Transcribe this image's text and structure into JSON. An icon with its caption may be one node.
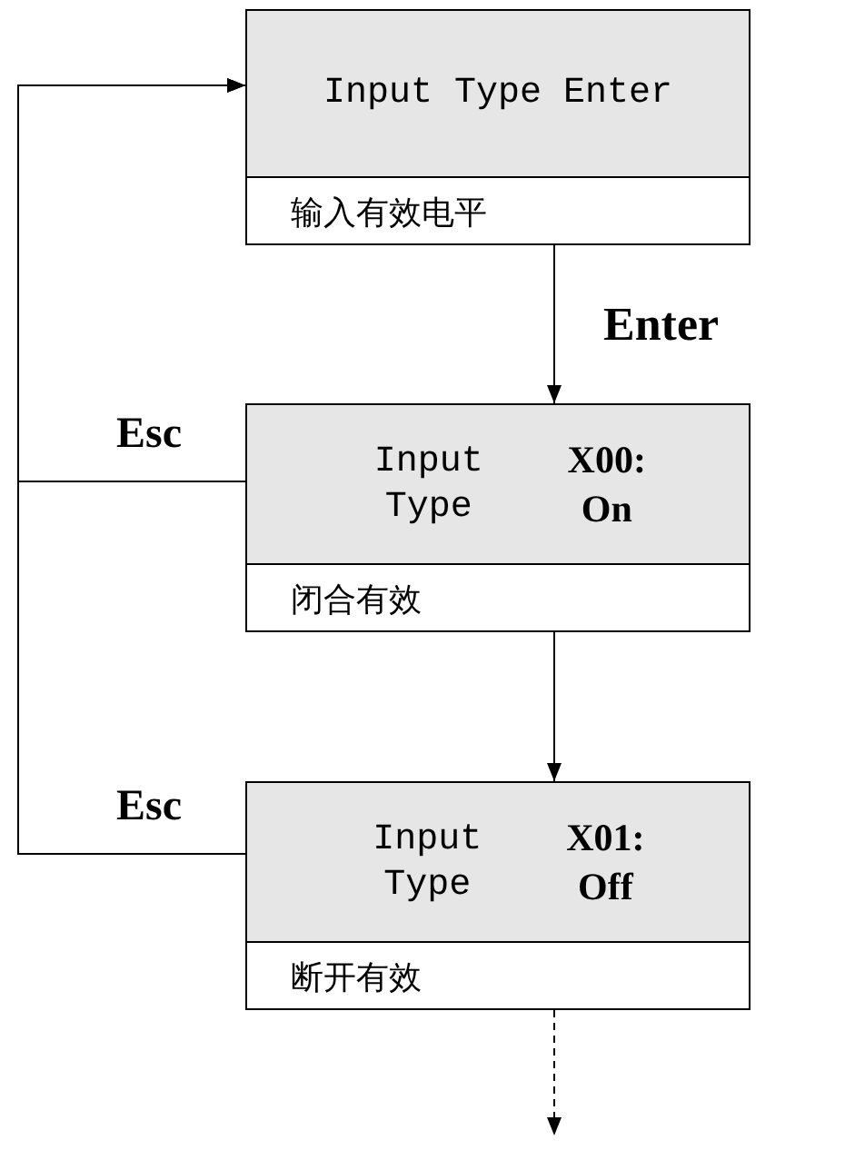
{
  "diagram": {
    "nodes": [
      {
        "text": [
          "Input Type Enter",
          "输入有效电平"
        ]
      },
      {
        "text": [
          "Input Type **X00: On**",
          "闭合有效"
        ]
      },
      {
        "text": [
          "Input Type **X01: Off**",
          "断开有效"
        ]
      }
    ],
    "edges": [
      {
        "from": 0,
        "to": 1,
        "label": "Enter",
        "arrow": "to"
      },
      {
        "from": 1,
        "to": 0,
        "label": "Esc",
        "arrow": "to"
      },
      {
        "from": 1,
        "to": 2,
        "arrow": "to"
      },
      {
        "from": 2,
        "to": 0,
        "label": "Esc",
        "arrow": "to"
      },
      {
        "from": 2,
        "to": null,
        "arrow": "to",
        "style": "dashed"
      }
    ]
  }
}
